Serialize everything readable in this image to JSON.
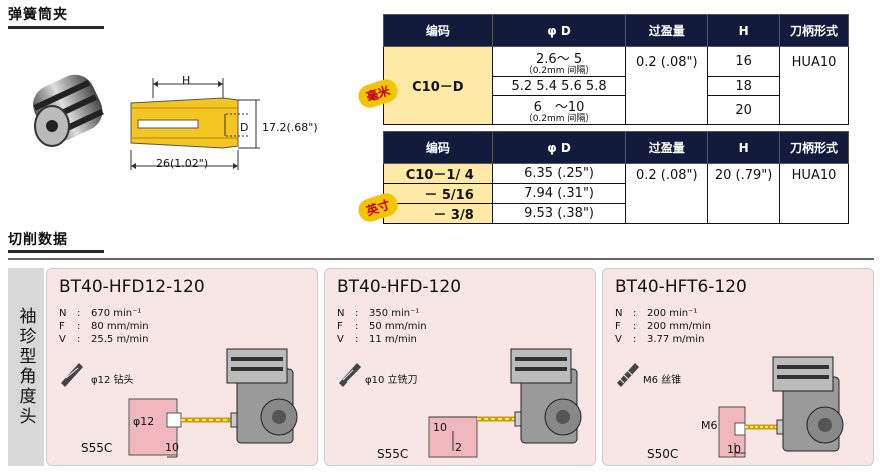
{
  "collet_section": {
    "title": "弹簧筒夹"
  },
  "diagram": {
    "h": "H",
    "d": "D",
    "len": "26(1.02\")",
    "dia": "17.2(.68\")"
  },
  "mm_table": {
    "headers": [
      "编码",
      "φ D",
      "过盈量",
      "H",
      "刀柄形式"
    ],
    "badge": "毫米",
    "code": "C10－D",
    "rows": [
      {
        "d": "2.6～ 5",
        "d_sub": "（0.2mm 间隔）",
        "h": "16"
      },
      {
        "d": "5.2 5.4 5.6 5.8",
        "h": "18"
      },
      {
        "d": "6　～10",
        "d_sub": "（0.2mm 间隔）",
        "h": "20"
      }
    ],
    "interference": "0.2 (.08\")",
    "holder": "HUA10"
  },
  "inch_table": {
    "headers": [
      "编码",
      "φ D",
      "过盈量",
      "H",
      "刀柄形式"
    ],
    "badge": "英寸",
    "rows": [
      {
        "code": "C10－1/ 4",
        "d": "6.35 (.25\")"
      },
      {
        "code": "－ 5/16",
        "d": "7.94 (.31\")"
      },
      {
        "code": "－ 3/8",
        "d": "9.53 (.38\")"
      }
    ],
    "interference": "0.2 (.08\")",
    "h": "20 (.79\")",
    "holder": "HUA10"
  },
  "cutting_section": {
    "title": "切削数据",
    "side_label": "袖珍型角度头"
  },
  "panels": [
    {
      "title": "BT40-HFD12-120",
      "params": [
        {
          "k": "N",
          "v": "670 min⁻¹"
        },
        {
          "k": "F",
          "v": "80 mm/min"
        },
        {
          "k": "V",
          "v": "25.5 m/min"
        }
      ],
      "tool": "φ12 钻头",
      "dim1": "φ12",
      "dim2": "10",
      "material": "S55C"
    },
    {
      "title": "BT40-HFD-120",
      "params": [
        {
          "k": "N",
          "v": "350 min⁻¹"
        },
        {
          "k": "F",
          "v": "50 mm/min"
        },
        {
          "k": "V",
          "v": "11 m/min"
        }
      ],
      "tool": "φ10 立铣刀",
      "dim1": "10",
      "dim2": "2",
      "material": "S55C"
    },
    {
      "title": "BT40-HFT6-120",
      "params": [
        {
          "k": "N",
          "v": "200 min⁻¹"
        },
        {
          "k": "F",
          "v": "200 mm/min"
        },
        {
          "k": "V",
          "v": "3.77 m/min"
        }
      ],
      "tool": "M6 丝锥",
      "dim1": "M6",
      "dim2": "10",
      "material": "S50C"
    }
  ]
}
